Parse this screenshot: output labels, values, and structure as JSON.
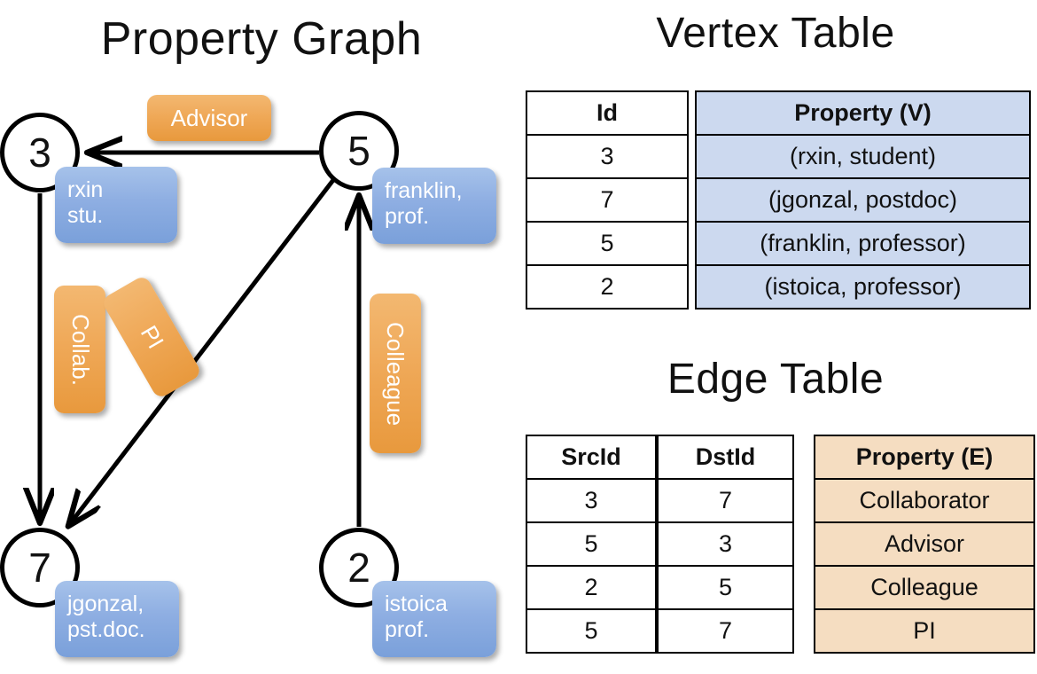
{
  "titles": {
    "property_graph": "Property Graph",
    "vertex_table": "Vertex Table",
    "edge_table": "Edge Table"
  },
  "colors": {
    "vertex_box_fill": "#8eaee2",
    "edge_box_fill": "#efa857",
    "vertex_table_header_fill": "#ccd9ef",
    "edge_table_header_fill": "#f5ddc1",
    "node_stroke": "#000000",
    "background": "#ffffff"
  },
  "graph": {
    "nodes": [
      {
        "id": "3",
        "property_label": "rxin\nstu.",
        "line1": "rxin",
        "line2": "stu."
      },
      {
        "id": "5",
        "property_label": "franklin,\nprof.",
        "line1": "franklin,",
        "line2": "prof."
      },
      {
        "id": "7",
        "property_label": "jgonzal,\npst.doc.",
        "line1": "jgonzal,",
        "line2": "pst.doc."
      },
      {
        "id": "2",
        "property_label": "istoica\nprof.",
        "line1": "istoica",
        "line2": "prof."
      }
    ],
    "edge_labels": [
      {
        "name": "advisor",
        "text": "Advisor",
        "src": "5",
        "dst": "3"
      },
      {
        "name": "collab",
        "text": "Collab.",
        "src": "3",
        "dst": "7"
      },
      {
        "name": "pi",
        "text": "PI",
        "src": "5",
        "dst": "7"
      },
      {
        "name": "colleague",
        "text": "Colleague",
        "src": "2",
        "dst": "5"
      }
    ]
  },
  "vertex_table": {
    "columns": [
      "Id",
      "Property (V)"
    ],
    "rows": [
      {
        "id": "3",
        "property": "(rxin, student)"
      },
      {
        "id": "7",
        "property": "(jgonzal, postdoc)"
      },
      {
        "id": "5",
        "property": "(franklin, professor)"
      },
      {
        "id": "2",
        "property": "(istoica, professor)"
      }
    ]
  },
  "edge_table": {
    "columns": [
      "SrcId",
      "DstId",
      "Property (E)"
    ],
    "rows": [
      {
        "src": "3",
        "dst": "7",
        "property": "Collaborator"
      },
      {
        "src": "5",
        "dst": "3",
        "property": "Advisor"
      },
      {
        "src": "2",
        "dst": "5",
        "property": "Colleague"
      },
      {
        "src": "5",
        "dst": "7",
        "property": "PI"
      }
    ]
  }
}
